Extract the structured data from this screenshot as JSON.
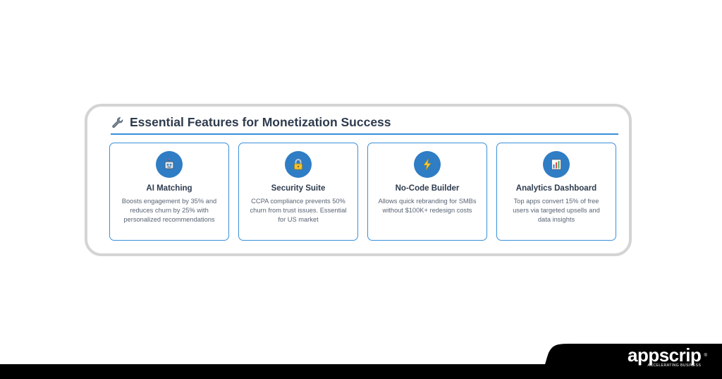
{
  "panel": {
    "title": "Essential Features for Monetization Success",
    "title_icon": "wrench-icon",
    "accent_color": "#3a8fd8",
    "cards": [
      {
        "icon": "robot-icon",
        "title": "AI Matching",
        "description": "Boosts engagement by 35% and reduces churn by 25% with personalized recommendations"
      },
      {
        "icon": "lock-icon",
        "title": "Security Suite",
        "description": "CCPA compliance prevents 50% churn from trust issues. Essential for US market"
      },
      {
        "icon": "lightning-icon",
        "title": "No-Code Builder",
        "description": "Allows quick rebranding for SMBs without $100K+ redesign costs"
      },
      {
        "icon": "bar-chart-icon",
        "title": "Analytics Dashboard",
        "description": "Top apps convert 15% of free users via targeted upsells and data insights"
      }
    ]
  },
  "brand": {
    "name": "appscrip",
    "registered_mark": "®",
    "tagline": "ACCELERATING BUSINESS"
  }
}
